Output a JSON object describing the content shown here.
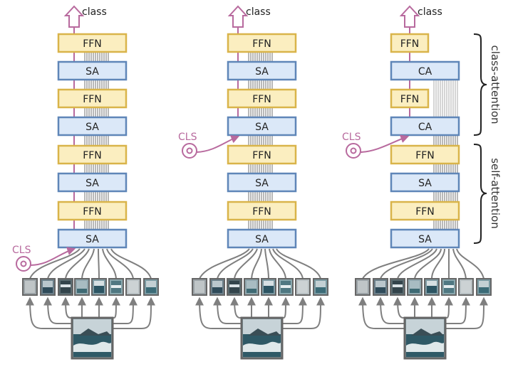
{
  "labels": {
    "class": "class",
    "cls": "CLS",
    "ffn": "FFN",
    "sa": "SA",
    "ca": "CA",
    "class_attention": "class-attention",
    "self_attention": "self-attention"
  },
  "columns": [
    {
      "id": "cls-at-input",
      "blocks": [
        "FFN",
        "SA",
        "FFN",
        "SA",
        "FFN",
        "SA",
        "FFN",
        "SA"
      ],
      "cls_inserted_before_block": 7
    },
    {
      "id": "cls-late-insertion",
      "blocks": [
        "FFN",
        "SA",
        "FFN",
        "SA",
        "FFN",
        "SA",
        "FFN",
        "SA"
      ],
      "cls_inserted_before_block": 3
    },
    {
      "id": "cait-class-attention",
      "blocks": [
        "FFN",
        "CA",
        "FFN",
        "CA",
        "FFN",
        "SA",
        "FFN",
        "SA"
      ],
      "cls_inserted_before_block": 3
    }
  ],
  "colors": {
    "ffn_fill": "#fbeec0",
    "ffn_stroke": "#d9b44a",
    "sa_fill": "#dbe8f8",
    "sa_stroke": "#5f86b8",
    "cls": "#b86a9e",
    "token_lines": "#7f7f7f",
    "bracket": "#222222"
  }
}
